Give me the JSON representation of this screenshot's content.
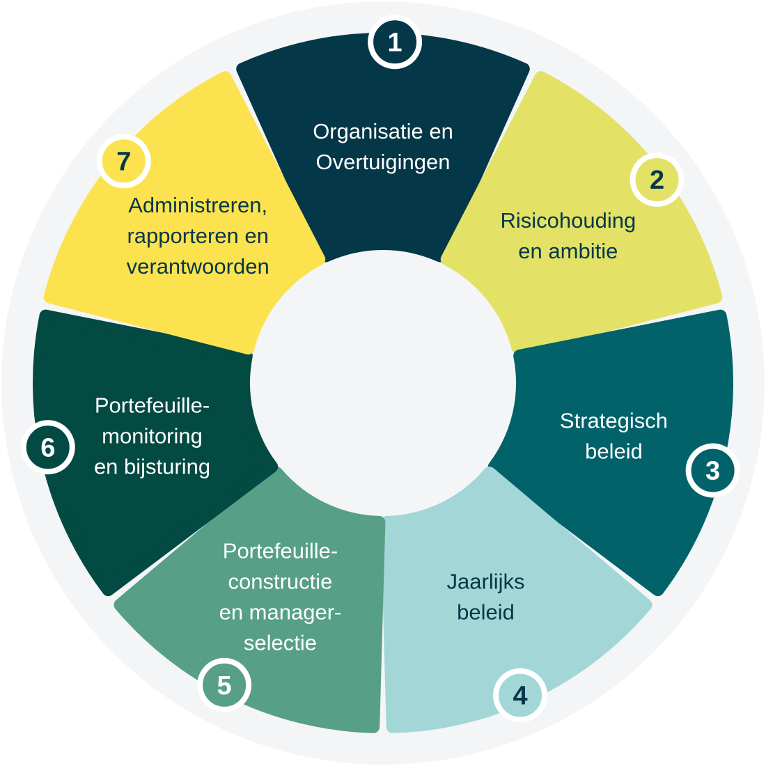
{
  "colors": {
    "ring_background": "#F4F5F7",
    "badge_border": "#FFFFFF"
  },
  "steps": [
    {
      "number": "1",
      "lines": [
        "Organisatie en",
        "Overtuigingen"
      ],
      "fill": "#043747",
      "text_color": "#FFFFFF",
      "badge_text": "#FFFFFF"
    },
    {
      "number": "2",
      "lines": [
        "Risicohouding",
        "en ambitie"
      ],
      "fill": "#E3E267",
      "text_color": "#043747",
      "badge_text": "#043747"
    },
    {
      "number": "3",
      "lines": [
        "Strategisch",
        "beleid"
      ],
      "fill": "#02626A",
      "text_color": "#FFFFFF",
      "badge_text": "#FFFFFF"
    },
    {
      "number": "4",
      "lines": [
        "Jaarlijks",
        "beleid"
      ],
      "fill": "#A3D6D7",
      "text_color": "#043747",
      "badge_text": "#043747"
    },
    {
      "number": "5",
      "lines": [
        "Portefeuille-",
        "constructie",
        "en manager-",
        "selectie"
      ],
      "fill": "#579F87",
      "text_color": "#FFFFFF",
      "badge_text": "#FFFFFF"
    },
    {
      "number": "6",
      "lines": [
        "Portefeuille-",
        "monitoring",
        "en bijsturing"
      ],
      "fill": "#034A43",
      "text_color": "#FFFFFF",
      "badge_text": "#FFFFFF"
    },
    {
      "number": "7",
      "lines": [
        "Administreren,",
        "rapporteren en",
        "verantwoorden"
      ],
      "fill": "#FCE24F",
      "text_color": "#043747",
      "badge_text": "#043747"
    }
  ]
}
